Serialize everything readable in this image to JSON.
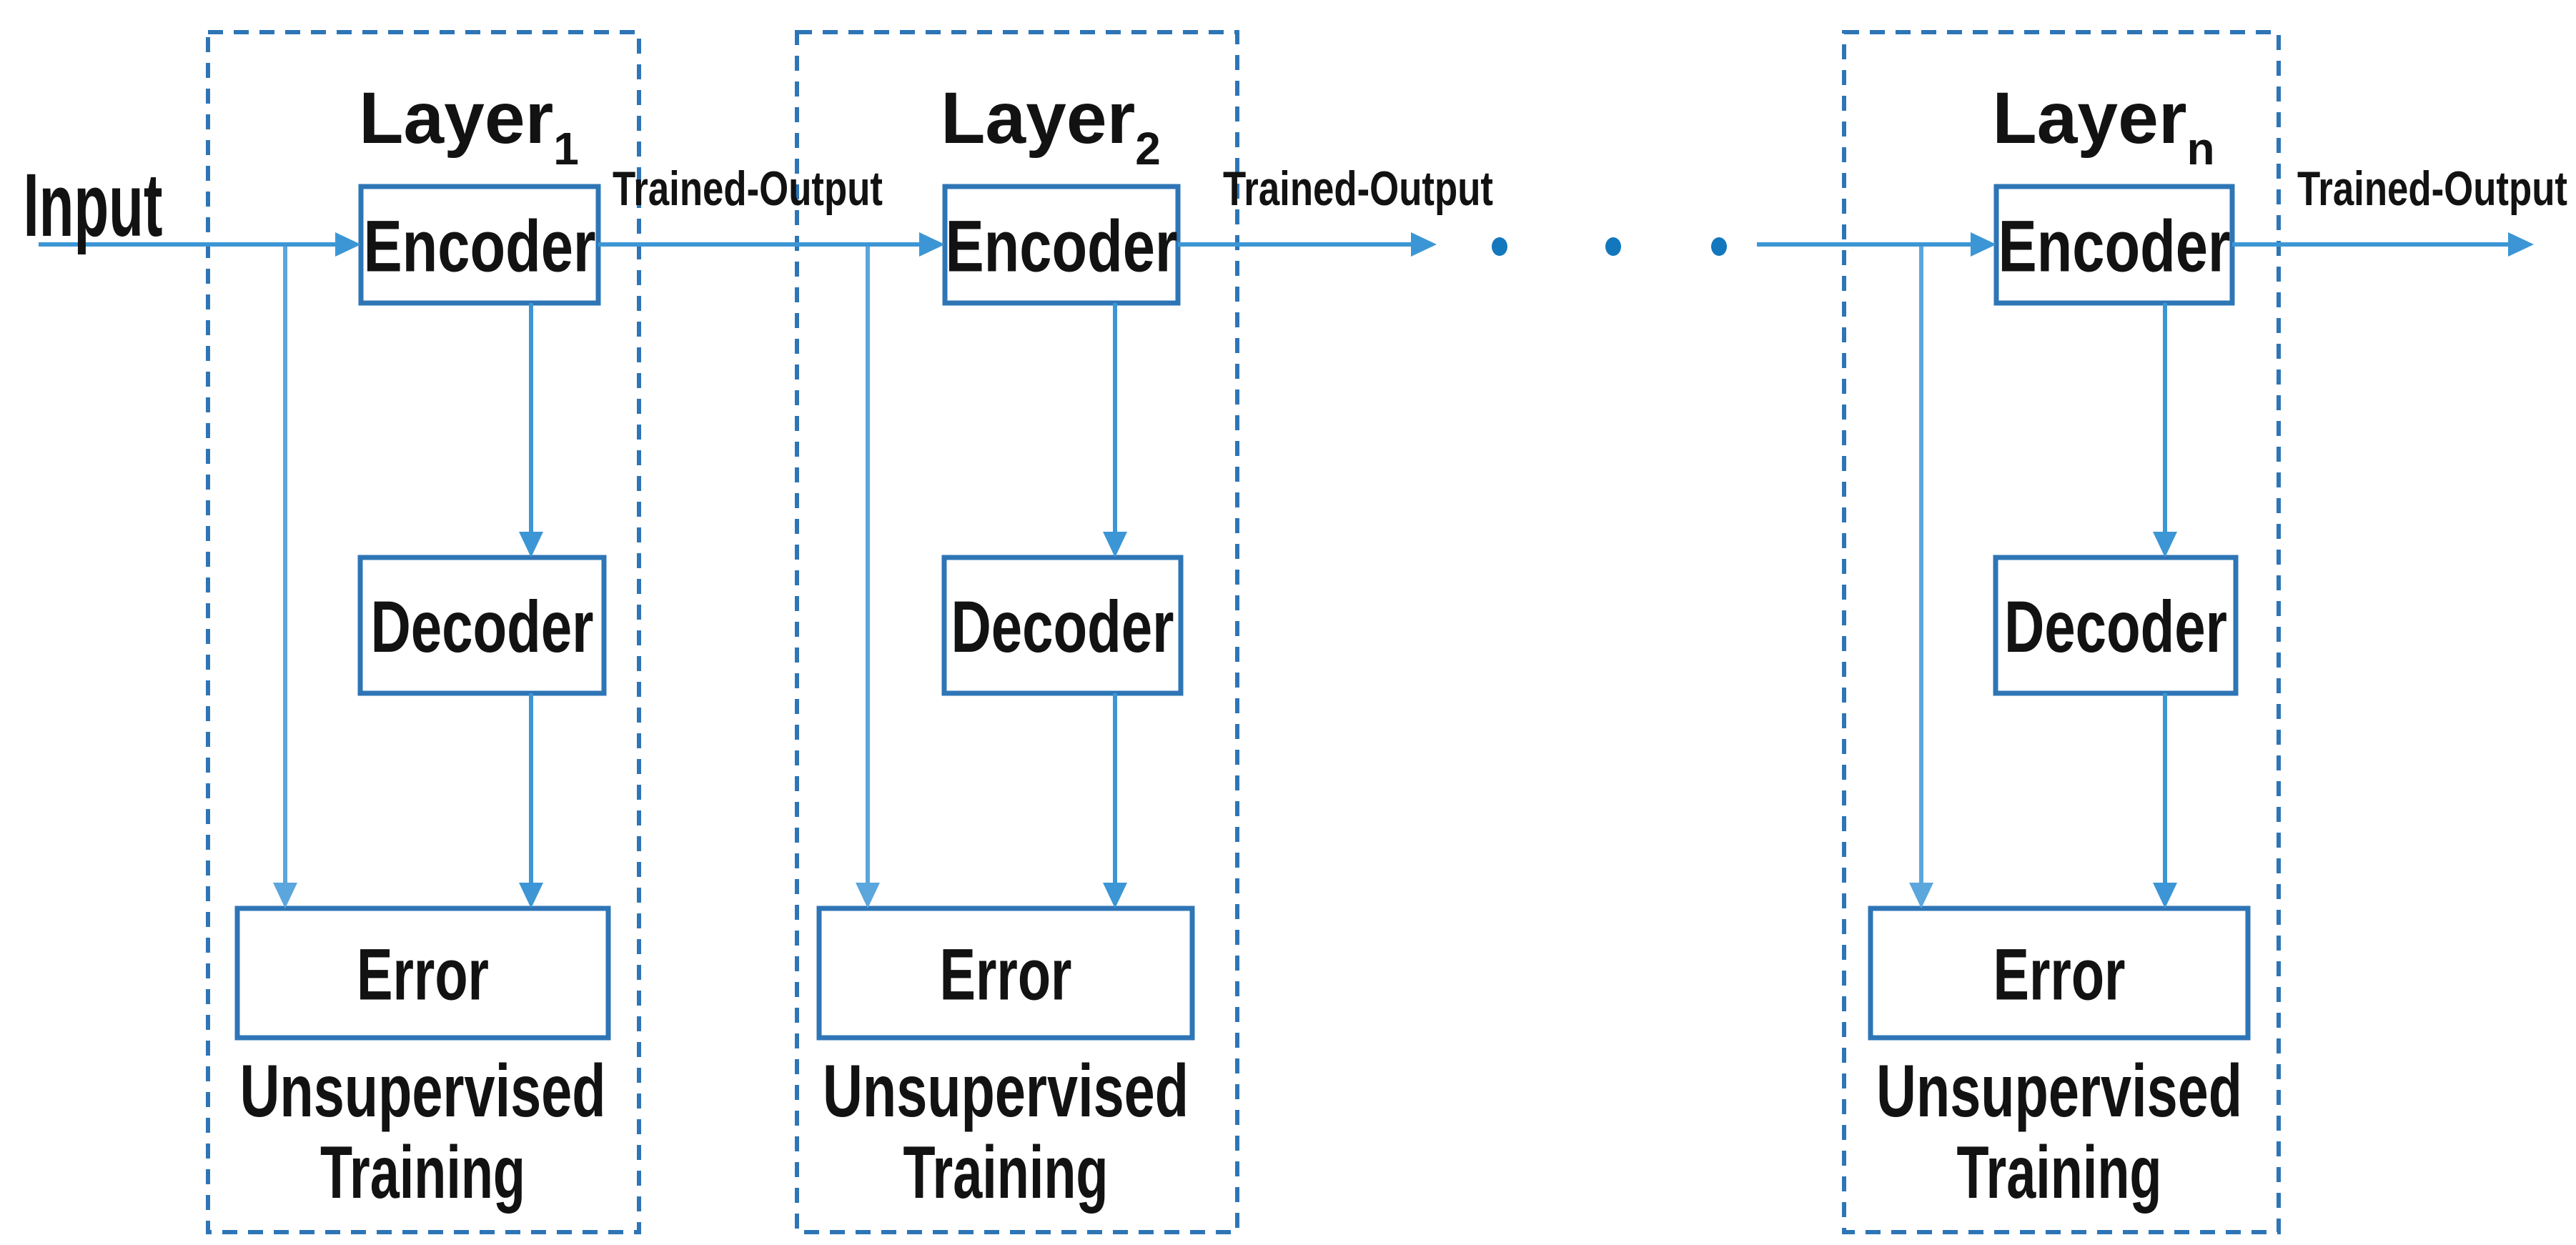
{
  "diagram": {
    "background": "#ffffff",
    "colors": {
      "arrow": "#3C96D5",
      "branch": "#5BA6DC",
      "border": "#2E75B6",
      "dashed_border": "#2E75B6",
      "dot": "#1377BD",
      "text": "#121212"
    },
    "input_label": "Input",
    "trained_output_label": "Trained-Output",
    "ellipsis_dot_count": 3,
    "layers": [
      {
        "name": "Layer",
        "subscript": "1",
        "encoder_label": "Encoder",
        "decoder_label": "Decoder",
        "error_label": "Error",
        "training_label_line1": "Unsupervised",
        "training_label_line2": "Training"
      },
      {
        "name": "Layer",
        "subscript": "2",
        "encoder_label": "Encoder",
        "decoder_label": "Decoder",
        "error_label": "Error",
        "training_label_line1": "Unsupervised",
        "training_label_line2": "Training"
      },
      {
        "name": "Layer",
        "subscript": "n",
        "encoder_label": "Encoder",
        "decoder_label": "Decoder",
        "error_label": "Error",
        "training_label_line1": "Unsupervised",
        "training_label_line2": "Training"
      }
    ]
  }
}
